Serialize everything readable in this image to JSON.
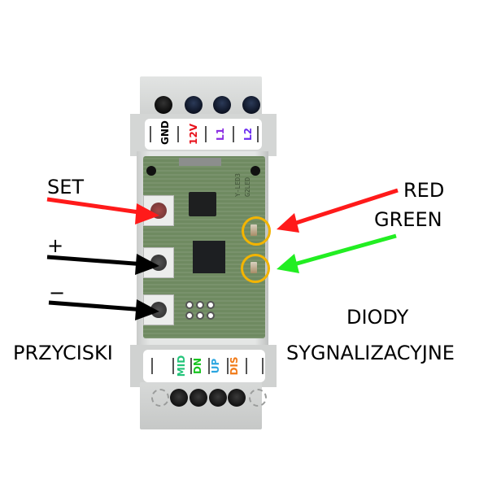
{
  "device": {
    "top_terminal_labels": [
      {
        "text": "GND",
        "color": "#000000"
      },
      {
        "text": "12V",
        "color": "#e8111b"
      },
      {
        "text": "L1",
        "color": "#8a2be2"
      },
      {
        "text": "L2",
        "color": "#6a2bf0"
      }
    ],
    "bottom_terminal_labels": [
      {
        "text": "MID",
        "color": "#23c47a"
      },
      {
        "text": "DN",
        "color": "#16c41e"
      },
      {
        "text": "UP",
        "color": "#2ba6e0"
      },
      {
        "text": "DIS",
        "color": "#f07a18"
      }
    ],
    "pcb_silkscreen": [
      "Y-LED3",
      "G2LED"
    ]
  },
  "annotations": {
    "set": {
      "text": "SET",
      "arrow_color": "#ff1a1a"
    },
    "plus": {
      "text": "+",
      "arrow_color": "#000000"
    },
    "minus": {
      "text": "−",
      "arrow_color": "#000000"
    },
    "buttons_caption": "PRZYCISKI",
    "red": {
      "text": "RED",
      "arrow_color": "#ff1a1a"
    },
    "green": {
      "text": "GREEN",
      "arrow_color": "#22ee22"
    },
    "leds_caption_line1": "DIODY",
    "leds_caption_line2": "SYGNALIZACYJNE",
    "highlight_color": "#f3b400"
  }
}
